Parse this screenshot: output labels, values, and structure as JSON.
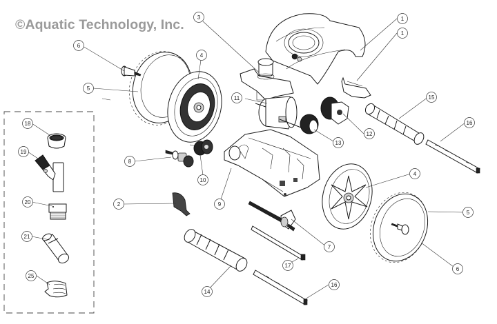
{
  "watermark": "©Aquatic Technology, Inc.",
  "colors": {
    "background": "#ffffff",
    "linework": "#1a1a1a",
    "watermark": "#9a9a9a"
  },
  "callouts": [
    {
      "id": "c1a",
      "label": "1",
      "part": "top-cover"
    },
    {
      "id": "c1b",
      "label": "1",
      "part": "cover-clip"
    },
    {
      "id": "c2",
      "label": "2",
      "part": "deflector"
    },
    {
      "id": "c3",
      "label": "3",
      "part": "hose-swivel-mount"
    },
    {
      "id": "c4a",
      "label": "4",
      "part": "wheel-left"
    },
    {
      "id": "c4b",
      "label": "4",
      "part": "wheel-right"
    },
    {
      "id": "c5a",
      "label": "5",
      "part": "tire-left"
    },
    {
      "id": "c5b",
      "label": "5",
      "part": "tire-right"
    },
    {
      "id": "c6a",
      "label": "6",
      "part": "axle-pin-left"
    },
    {
      "id": "c6b",
      "label": "6",
      "part": "axle-pin-right"
    },
    {
      "id": "c7",
      "label": "7",
      "part": "drive-shaft"
    },
    {
      "id": "c8",
      "label": "8",
      "part": "idler-gear-shaft"
    },
    {
      "id": "c9",
      "label": "9",
      "part": "chassis"
    },
    {
      "id": "c10",
      "label": "10",
      "part": "gear-pair"
    },
    {
      "id": "c11",
      "label": "11",
      "part": "turbine"
    },
    {
      "id": "c12",
      "label": "12",
      "part": "drive-gear"
    },
    {
      "id": "c13",
      "label": "13",
      "part": "pinion-gear"
    },
    {
      "id": "c14",
      "label": "14",
      "part": "roller-front"
    },
    {
      "id": "c15",
      "label": "15",
      "part": "roller-rear"
    },
    {
      "id": "c16a",
      "label": "16",
      "part": "roller-axle-upper"
    },
    {
      "id": "c16b",
      "label": "16",
      "part": "roller-axle-lower"
    },
    {
      "id": "c17",
      "label": "17",
      "part": "rod"
    },
    {
      "id": "c18",
      "label": "18",
      "part": "hose-nut"
    },
    {
      "id": "c19",
      "label": "19",
      "part": "flow-valve"
    },
    {
      "id": "c20",
      "label": "20",
      "part": "hose-adapter"
    },
    {
      "id": "c21",
      "label": "21",
      "part": "hose-connector"
    },
    {
      "id": "c25",
      "label": "25",
      "part": "hose-weight"
    }
  ]
}
